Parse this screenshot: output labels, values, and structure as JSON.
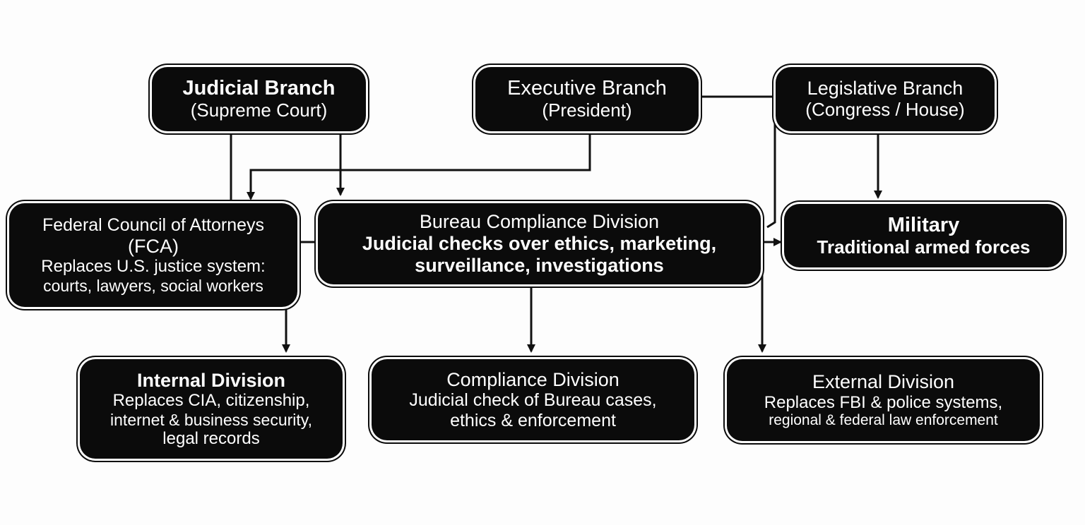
{
  "diagram": {
    "nodes": {
      "judicial": {
        "title": "Judicial Branch",
        "subtitle": "(Supreme Court)"
      },
      "executive": {
        "title": "Executive Branch",
        "subtitle": "(President)"
      },
      "legislative": {
        "title": "Legislative Branch",
        "subtitle": "(Congress / House)"
      },
      "fca": {
        "title": "Federal Council of Attorneys",
        "abbr": "(FCA)",
        "line1": "Replaces U.S. justice system:",
        "line2": "courts, lawyers, social workers"
      },
      "bureau": {
        "title": "Bureau Compliance Division",
        "line1": "Judicial checks over ethics, marketing,",
        "line2": "surveillance, investigations"
      },
      "military": {
        "title": "Military",
        "subtitle": "Traditional armed forces"
      },
      "internal": {
        "title": "Internal Division",
        "line1": "Replaces CIA, citizenship,",
        "line2": "internet & business security,",
        "line3": "legal records"
      },
      "compliance": {
        "title": "Compliance Division",
        "line1": "Judicial check of Bureau cases,",
        "line2": "ethics & enforcement"
      },
      "external": {
        "title": "External Division",
        "line1": "Replaces FBI & police systems,",
        "line2": "regional & federal law enforcement"
      }
    },
    "colors": {
      "node_fill": "#0b0b0b",
      "text": "#ffffff",
      "connector": "#111111",
      "background": "#fdfdfd"
    }
  }
}
